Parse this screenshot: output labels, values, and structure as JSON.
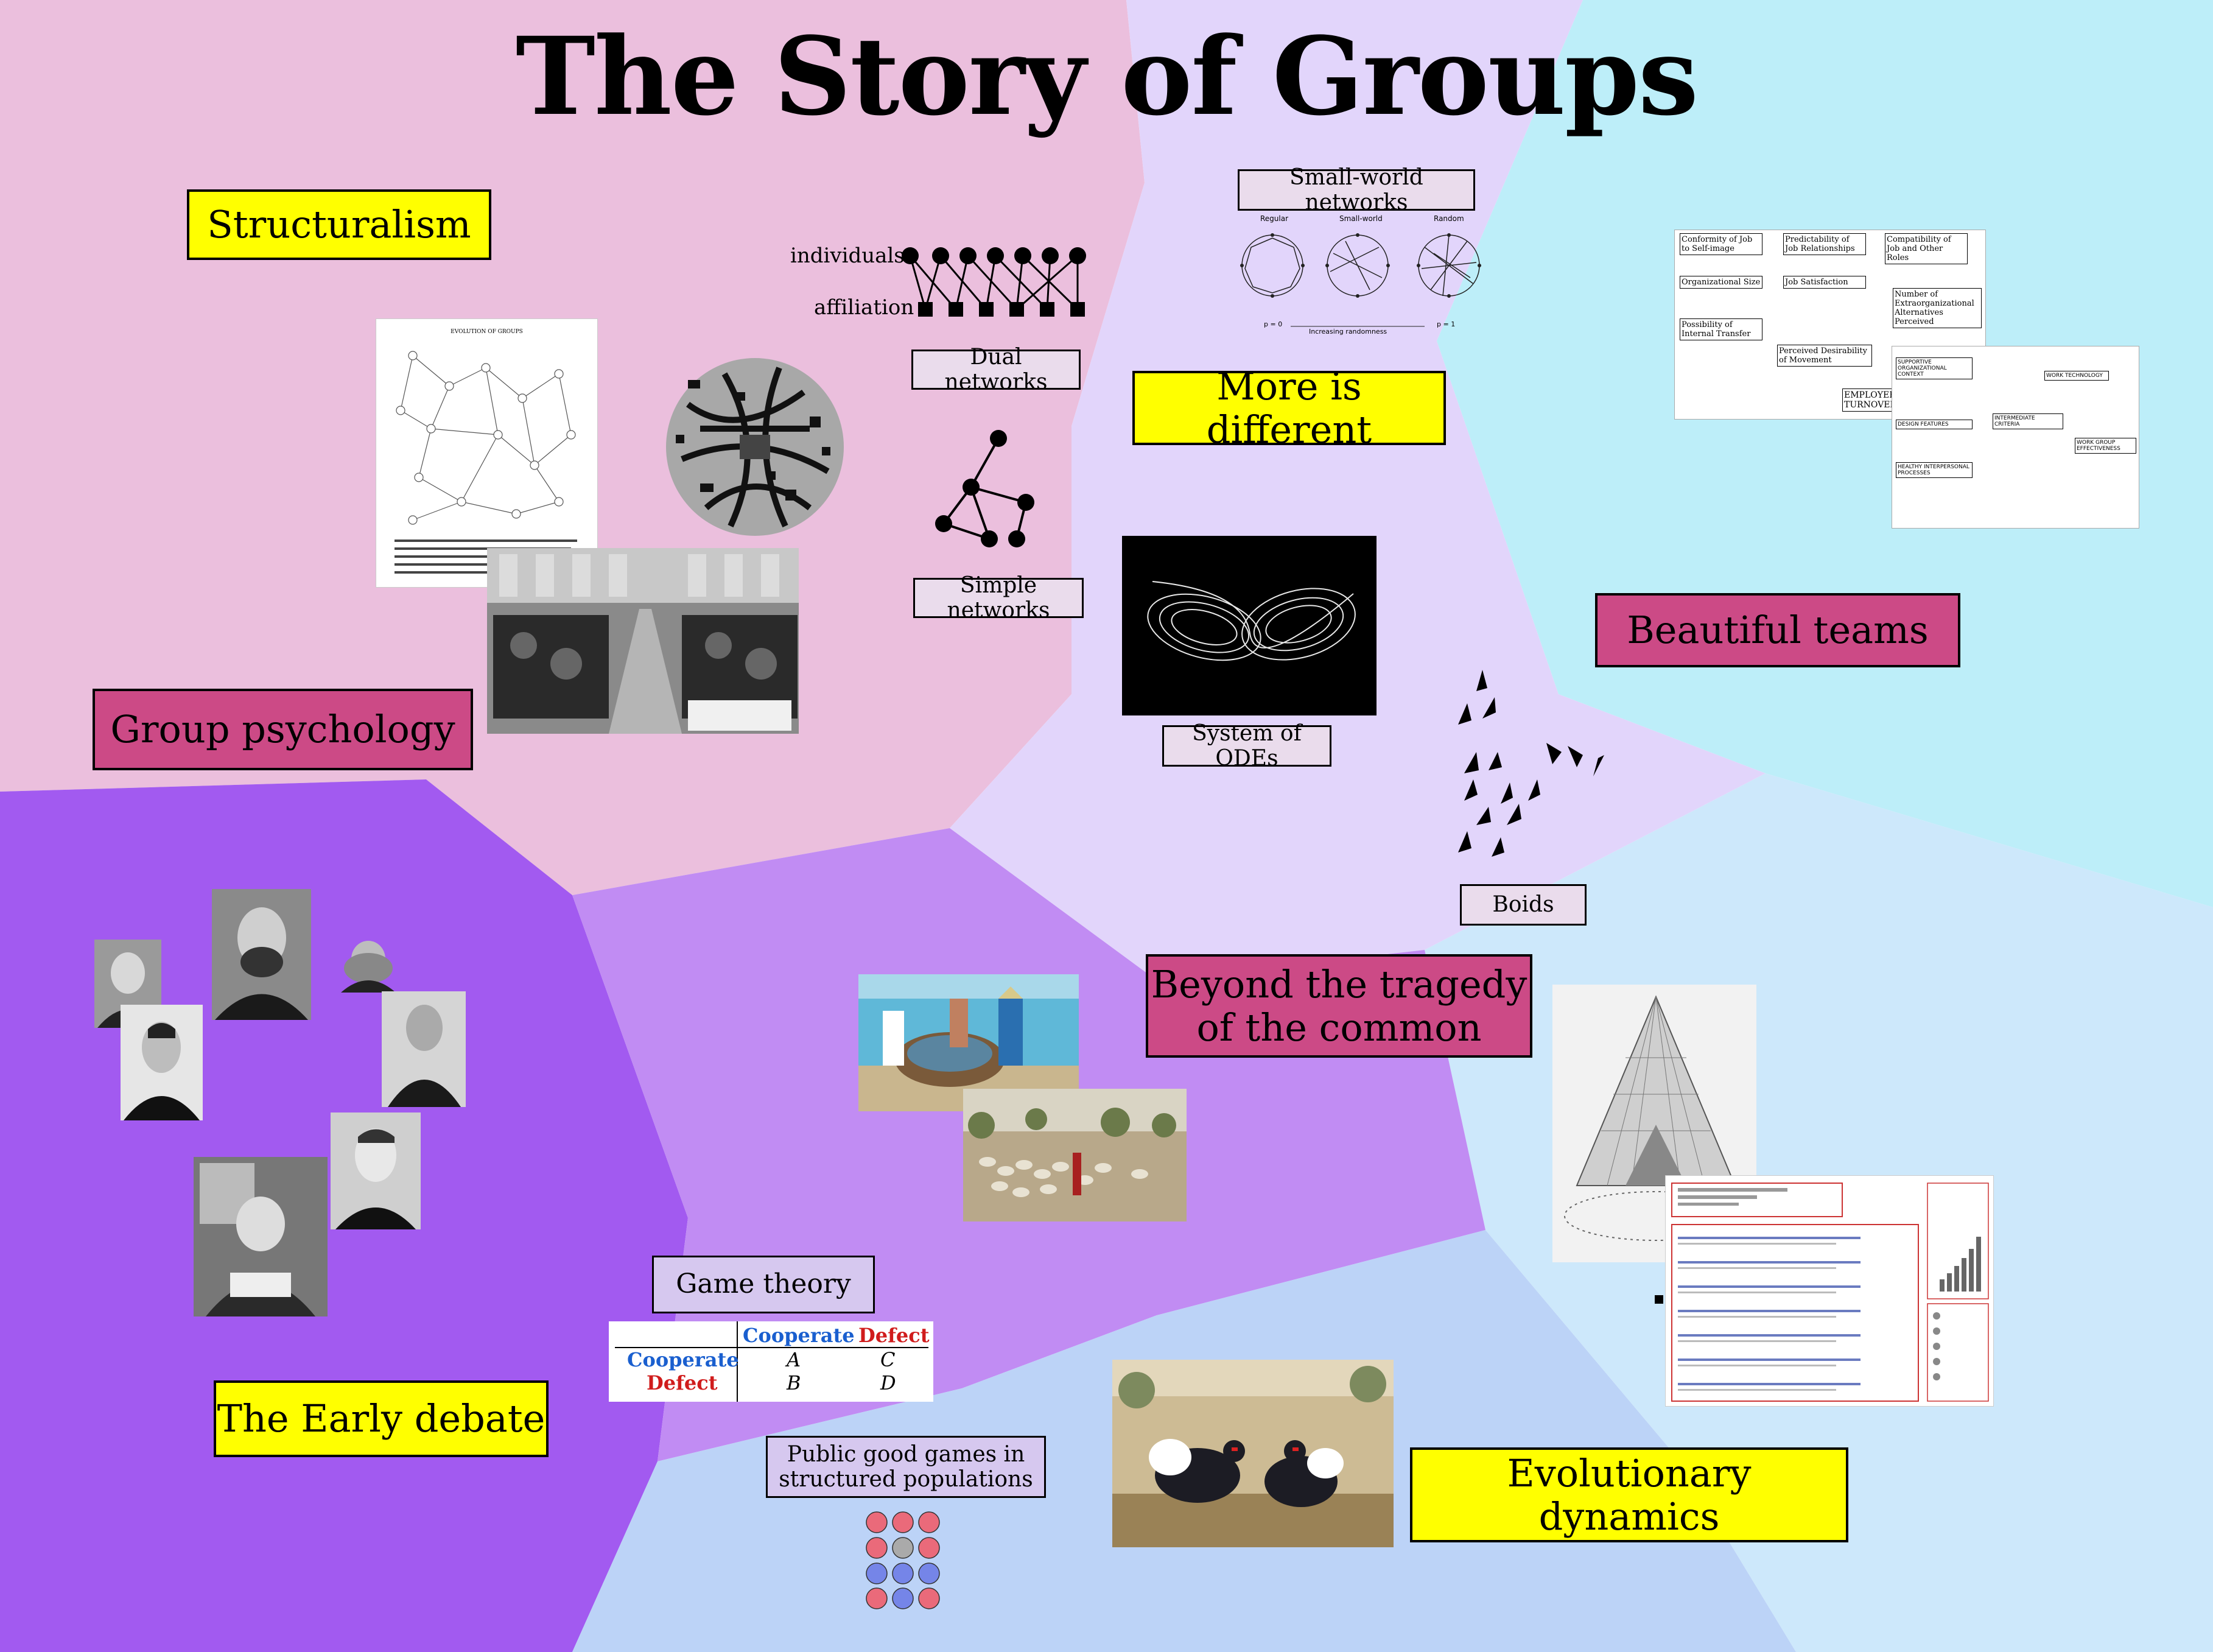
{
  "title": "The Story of Groups",
  "colors": {
    "pink_region": "#ebbfdd",
    "lavender_region": "#e2d5fb",
    "cyan_region": "#bdeef9",
    "lightblue_region": "#c9e4f9",
    "purple_region": "#a25af0",
    "violet_region": "#c18cf3",
    "blue_region": "#bcd3f7",
    "yellow_box": "#ffff00",
    "magenta_box": "#cc4a86"
  },
  "labels": {
    "structuralism": "Structuralism",
    "group_psychology": "Group psychology",
    "more_is_different": "More is different",
    "beautiful_teams": "Beautiful teams",
    "beyond_tragedy": [
      "Beyond the tragedy",
      "of the common"
    ],
    "early_debate": "The Early debate",
    "evolutionary_dynamics": "Evolutionary dynamics",
    "dual_networks": "Dual networks",
    "simple_networks": "Simple networks",
    "small_world": "Small-world networks",
    "system_odes": "System of ODEs",
    "boids": "Boids",
    "game_theory": "Game theory",
    "public_good": [
      "Public good games in",
      "structured populations"
    ]
  },
  "dual_network": {
    "top_label": "individuals",
    "bottom_label": "affiliation"
  },
  "small_world_fig": {
    "panels": [
      "Regular",
      "Small-world",
      "Random"
    ],
    "axis_left": "p = 0",
    "axis_mid": "Increasing randomness",
    "axis_right": "p = 1"
  },
  "payoff_matrix": {
    "col_headers": [
      "Cooperate",
      "Defect"
    ],
    "rows": [
      {
        "label": "Cooperate",
        "cells": [
          "A",
          "C"
        ]
      },
      {
        "label": "Defect",
        "cells": [
          "B",
          "D"
        ]
      }
    ],
    "cooperate_color": "#1a5fcf",
    "defect_color": "#d01c1c"
  },
  "job_diagram": {
    "boxes": [
      "Conformity of Job to Self-image",
      "Predictability of Job Relationships",
      "Compatibility of Job and Other Roles",
      "Organizational Size",
      "Job Satisfaction",
      "Number of Extraorganizational Alternatives Perceived",
      "Possibility of Internal Transfer",
      "Perceived Desirability of Movement",
      "EMPLOYEE TURNOVER"
    ],
    "context": [
      "SUPPORTIVE ORGANIZATIONAL CONTEXT",
      "DESIGN FEATURES",
      "HEALTHY INTERPERSONAL PROCESSES",
      "INTERMEDIATE CRITERIA",
      "WORK TECHNOLOGY",
      "WORK GROUP EFFECTIVENESS"
    ]
  },
  "evolution_fig": {
    "heading": "EVOLUTION OF GROUPS"
  },
  "icons": [
    "network-disk-icon",
    "factory-photo",
    "portrait-photo",
    "fishermen-photo",
    "herd-photo",
    "hut-drawing",
    "grouse-painting",
    "profile-page-screenshot"
  ]
}
